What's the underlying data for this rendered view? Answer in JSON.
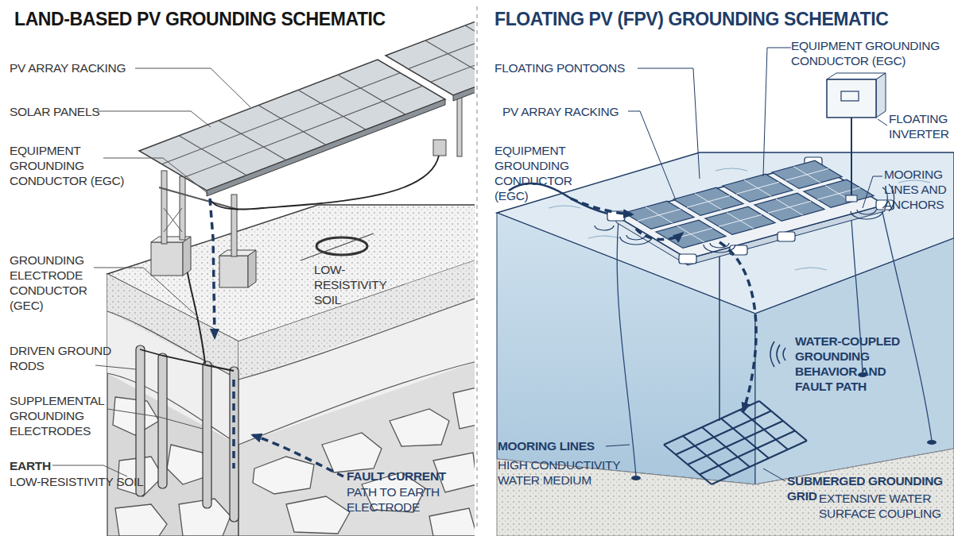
{
  "diagram": {
    "labels": [
      "LAND-BASED PV GROUNDING SCHEMATIC",
      "PV ARRAY RACKING",
      "SOLAR PANELS",
      "EQUIPMENT GROUNDING CONDUCTOR (EGC)",
      "GROUNDING ELECTRODE CONDUCTOR (GEC)",
      "DRIVEN GROUND RODS",
      "SUPPLEMENTAL GROUNDING ELECTRODES",
      "EARTH",
      "LOW-RESISTIVITY SOIL",
      "LOW-RESISTIVITY SOIL",
      "FAULT CURRENT",
      "PATH TO EARTH ELECTRODE",
      "FLOATING PV (FPV) GROUNDING SCHEMATIC",
      "FLOATING PONTOONS",
      "PV ARRAY RACKING",
      "EQUIPMENT GROUNDING CONDUCTOR (EGC)",
      "EQUIPMENT GROUNDING CONDUCTOR (EGC)",
      "FLOATING INVERTER",
      "MOORING LINES AND ANCHORS",
      "WATER-COUPLED GROUNDING BEHAVIOR AND FAULT PATH",
      "MOORING LINES",
      "HIGH CONDUCTIVITY WATER MEDIUM",
      "SUBMERGED GROUNDING GRID",
      "EXTENSIVE WATER SURFACE COUPLING"
    ]
  }
}
